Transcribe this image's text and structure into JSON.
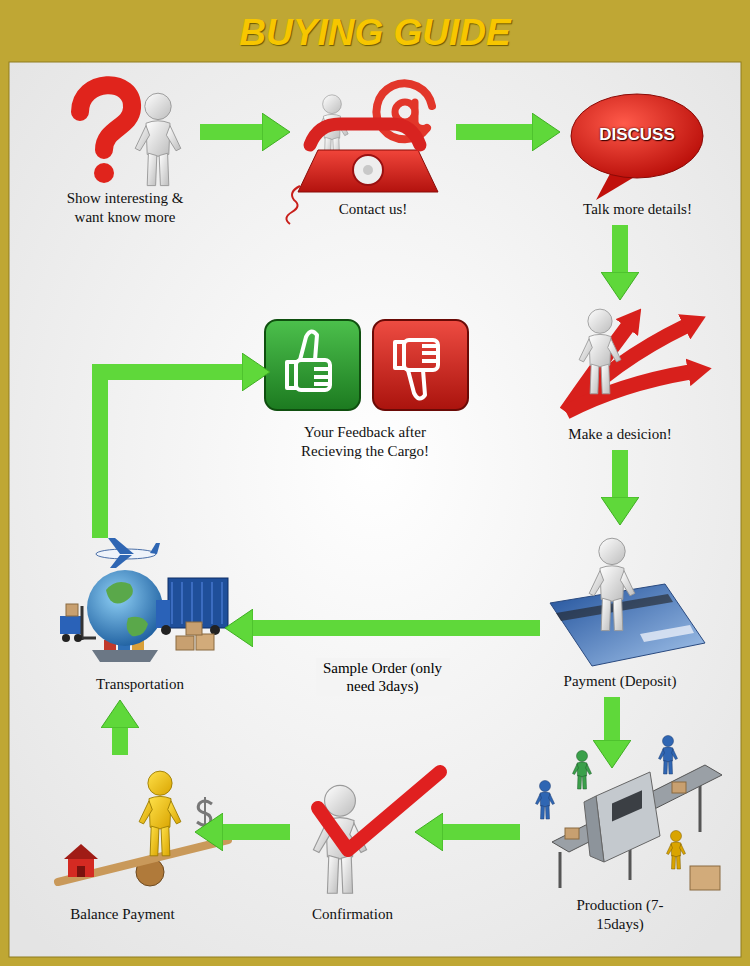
{
  "diagram": {
    "title": "BUYING GUIDE",
    "nodes": [
      {
        "text": [
          "Show interesting & want know more"
        ]
      },
      {
        "text": [
          "Contact us!"
        ]
      },
      {
        "text": [
          "Talk more details!"
        ]
      },
      {
        "text": [
          "Your Feedback after Recieving the Cargo!"
        ]
      },
      {
        "text": [
          "Make a desicion!"
        ]
      },
      {
        "text": [
          "Transportation"
        ]
      },
      {
        "text": [
          "Payment (Deposit)"
        ]
      },
      {
        "text": [
          "Balance Payment"
        ]
      },
      {
        "text": [
          "Confirmation"
        ]
      },
      {
        "text": [
          "Production (7-15days)"
        ]
      }
    ],
    "edges": [
      {
        "from": 0,
        "to": 1,
        "arrow": "to"
      },
      {
        "from": 1,
        "to": 2,
        "arrow": "to"
      },
      {
        "from": 2,
        "to": 4,
        "arrow": "to"
      },
      {
        "from": 4,
        "to": 6,
        "arrow": "to"
      },
      {
        "from": 6,
        "to": 9,
        "arrow": "to"
      },
      {
        "from": 9,
        "to": 8,
        "arrow": "to"
      },
      {
        "from": 8,
        "to": 7,
        "arrow": "to"
      },
      {
        "from": 7,
        "to": 5,
        "arrow": "to"
      },
      {
        "from": 6,
        "to": 5,
        "label": "Sample Order (only need 3days)",
        "arrow": "to"
      },
      {
        "from": 5,
        "to": 3,
        "arrow": "to"
      }
    ],
    "labels": [
      "DISCUSS"
    ]
  }
}
